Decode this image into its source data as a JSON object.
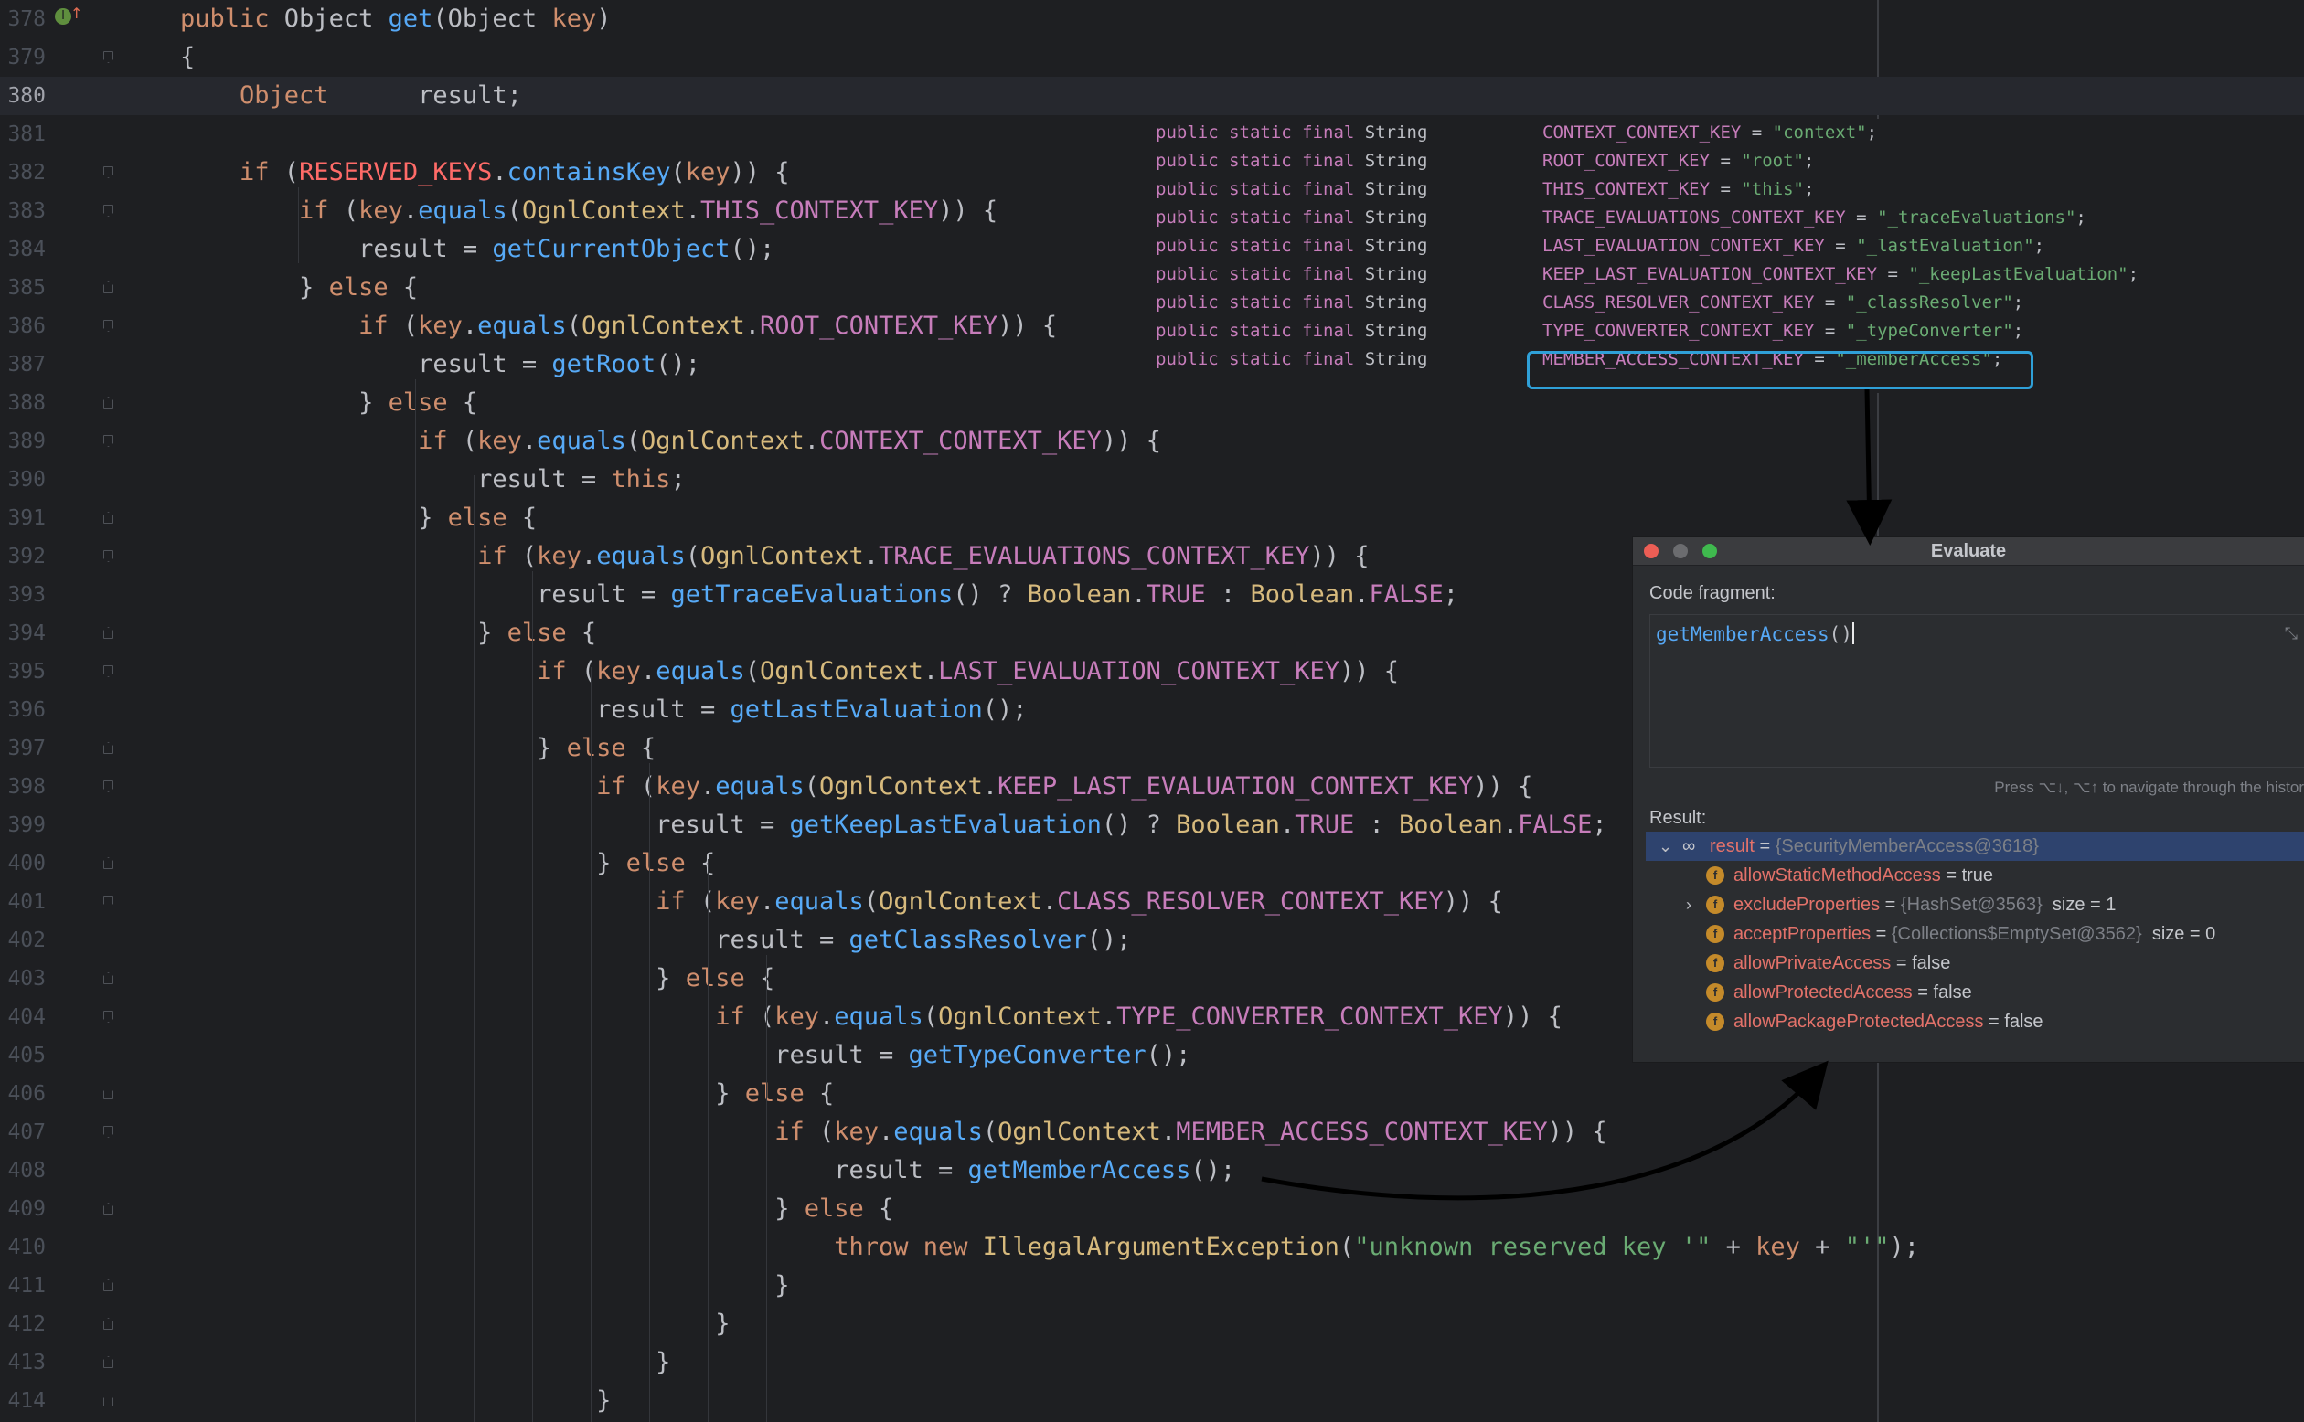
{
  "editor": {
    "lines": [
      {
        "n": "378",
        "tokens": [
          [
            "kw",
            "public "
          ],
          [
            "type",
            "Object "
          ],
          [
            "fn",
            "get"
          ],
          [
            "type",
            "("
          ],
          [
            "type",
            "Object "
          ],
          [
            "param",
            "key"
          ],
          [
            "type",
            ")"
          ]
        ]
      },
      {
        "n": "379",
        "tokens": [
          [
            "type",
            "{"
          ]
        ]
      },
      {
        "n": "380",
        "tokens": [
          [
            "kw",
            "    Object"
          ],
          [
            "type",
            "      result;"
          ]
        ]
      },
      {
        "n": "381",
        "tokens": []
      },
      {
        "n": "382",
        "tokens": [
          [
            "kw",
            "    if "
          ],
          [
            "type",
            "("
          ],
          [
            "const",
            "RESERVED_KEYS"
          ],
          [
            "type",
            "."
          ],
          [
            "call",
            "containsKey"
          ],
          [
            "type",
            "("
          ],
          [
            "param",
            "key"
          ],
          [
            "type",
            ")) {"
          ]
        ]
      },
      {
        "n": "383",
        "tokens": [
          [
            "kw",
            "        if "
          ],
          [
            "type",
            "("
          ],
          [
            "param",
            "key"
          ],
          [
            "type",
            "."
          ],
          [
            "call",
            "equals"
          ],
          [
            "type",
            "("
          ],
          [
            "cls",
            "OgnlContext"
          ],
          [
            "type",
            "."
          ],
          [
            "field",
            "THIS_CONTEXT_KEY"
          ],
          [
            "type",
            ")) {"
          ]
        ]
      },
      {
        "n": "384",
        "tokens": [
          [
            "type",
            "            result = "
          ],
          [
            "call",
            "getCurrentObject"
          ],
          [
            "type",
            "();"
          ]
        ]
      },
      {
        "n": "385",
        "tokens": [
          [
            "type",
            "        } "
          ],
          [
            "kw",
            "else "
          ],
          [
            "type",
            "{"
          ]
        ]
      },
      {
        "n": "386",
        "tokens": [
          [
            "kw",
            "            if "
          ],
          [
            "type",
            "("
          ],
          [
            "param",
            "key"
          ],
          [
            "type",
            "."
          ],
          [
            "call",
            "equals"
          ],
          [
            "type",
            "("
          ],
          [
            "cls",
            "OgnlContext"
          ],
          [
            "type",
            "."
          ],
          [
            "field",
            "ROOT_CONTEXT_KEY"
          ],
          [
            "type",
            ")) {"
          ]
        ]
      },
      {
        "n": "387",
        "tokens": [
          [
            "type",
            "                result = "
          ],
          [
            "call",
            "getRoot"
          ],
          [
            "type",
            "();"
          ]
        ]
      },
      {
        "n": "388",
        "tokens": [
          [
            "type",
            "            } "
          ],
          [
            "kw",
            "else "
          ],
          [
            "type",
            "{"
          ]
        ]
      },
      {
        "n": "389",
        "tokens": [
          [
            "kw",
            "                if "
          ],
          [
            "type",
            "("
          ],
          [
            "param",
            "key"
          ],
          [
            "type",
            "."
          ],
          [
            "call",
            "equals"
          ],
          [
            "type",
            "("
          ],
          [
            "cls",
            "OgnlContext"
          ],
          [
            "type",
            "."
          ],
          [
            "field",
            "CONTEXT_CONTEXT_KEY"
          ],
          [
            "type",
            ")) {"
          ]
        ]
      },
      {
        "n": "390",
        "tokens": [
          [
            "type",
            "                    result = "
          ],
          [
            "kw",
            "this"
          ],
          [
            "type",
            ";"
          ]
        ]
      },
      {
        "n": "391",
        "tokens": [
          [
            "type",
            "                } "
          ],
          [
            "kw",
            "else "
          ],
          [
            "type",
            "{"
          ]
        ]
      },
      {
        "n": "392",
        "tokens": [
          [
            "kw",
            "                    if "
          ],
          [
            "type",
            "("
          ],
          [
            "param",
            "key"
          ],
          [
            "type",
            "."
          ],
          [
            "call",
            "equals"
          ],
          [
            "type",
            "("
          ],
          [
            "cls",
            "OgnlContext"
          ],
          [
            "type",
            "."
          ],
          [
            "field",
            "TRACE_EVALUATIONS_CONTEXT_KEY"
          ],
          [
            "type",
            ")) {"
          ]
        ]
      },
      {
        "n": "393",
        "tokens": [
          [
            "type",
            "                        result = "
          ],
          [
            "call",
            "getTraceEvaluations"
          ],
          [
            "type",
            "() ? "
          ],
          [
            "cls",
            "Boolean"
          ],
          [
            "type",
            "."
          ],
          [
            "field",
            "TRUE"
          ],
          [
            "type",
            " : "
          ],
          [
            "cls",
            "Boolean"
          ],
          [
            "type",
            "."
          ],
          [
            "field",
            "FALSE"
          ],
          [
            "type",
            ";"
          ]
        ]
      },
      {
        "n": "394",
        "tokens": [
          [
            "type",
            "                    } "
          ],
          [
            "kw",
            "else "
          ],
          [
            "type",
            "{"
          ]
        ]
      },
      {
        "n": "395",
        "tokens": [
          [
            "kw",
            "                        if "
          ],
          [
            "type",
            "("
          ],
          [
            "param",
            "key"
          ],
          [
            "type",
            "."
          ],
          [
            "call",
            "equals"
          ],
          [
            "type",
            "("
          ],
          [
            "cls",
            "OgnlContext"
          ],
          [
            "type",
            "."
          ],
          [
            "field",
            "LAST_EVALUATION_CONTEXT_KEY"
          ],
          [
            "type",
            ")) {"
          ]
        ]
      },
      {
        "n": "396",
        "tokens": [
          [
            "type",
            "                            result = "
          ],
          [
            "call",
            "getLastEvaluation"
          ],
          [
            "type",
            "();"
          ]
        ]
      },
      {
        "n": "397",
        "tokens": [
          [
            "type",
            "                        } "
          ],
          [
            "kw",
            "else "
          ],
          [
            "type",
            "{"
          ]
        ]
      },
      {
        "n": "398",
        "tokens": [
          [
            "kw",
            "                            if "
          ],
          [
            "type",
            "("
          ],
          [
            "param",
            "key"
          ],
          [
            "type",
            "."
          ],
          [
            "call",
            "equals"
          ],
          [
            "type",
            "("
          ],
          [
            "cls",
            "OgnlContext"
          ],
          [
            "type",
            "."
          ],
          [
            "field",
            "KEEP_LAST_EVALUATION_CONTEXT_KEY"
          ],
          [
            "type",
            ")) {"
          ]
        ]
      },
      {
        "n": "399",
        "tokens": [
          [
            "type",
            "                                result = "
          ],
          [
            "call",
            "getKeepLastEvaluation"
          ],
          [
            "type",
            "() ? "
          ],
          [
            "cls",
            "Boolean"
          ],
          [
            "type",
            "."
          ],
          [
            "field",
            "TRUE"
          ],
          [
            "type",
            " : "
          ],
          [
            "cls",
            "Boolean"
          ],
          [
            "type",
            "."
          ],
          [
            "field",
            "FALSE"
          ],
          [
            "type",
            ";"
          ]
        ]
      },
      {
        "n": "400",
        "tokens": [
          [
            "type",
            "                            } "
          ],
          [
            "kw",
            "else "
          ],
          [
            "type",
            "{"
          ]
        ]
      },
      {
        "n": "401",
        "tokens": [
          [
            "kw",
            "                                if "
          ],
          [
            "type",
            "("
          ],
          [
            "param",
            "key"
          ],
          [
            "type",
            "."
          ],
          [
            "call",
            "equals"
          ],
          [
            "type",
            "("
          ],
          [
            "cls",
            "OgnlContext"
          ],
          [
            "type",
            "."
          ],
          [
            "field",
            "CLASS_RESOLVER_CONTEXT_KEY"
          ],
          [
            "type",
            ")) {"
          ]
        ]
      },
      {
        "n": "402",
        "tokens": [
          [
            "type",
            "                                    result = "
          ],
          [
            "call",
            "getClassResolver"
          ],
          [
            "type",
            "();"
          ]
        ]
      },
      {
        "n": "403",
        "tokens": [
          [
            "type",
            "                                } "
          ],
          [
            "kw",
            "else "
          ],
          [
            "type",
            "{"
          ]
        ]
      },
      {
        "n": "404",
        "tokens": [
          [
            "kw",
            "                                    if "
          ],
          [
            "type",
            "("
          ],
          [
            "param",
            "key"
          ],
          [
            "type",
            "."
          ],
          [
            "call",
            "equals"
          ],
          [
            "type",
            "("
          ],
          [
            "cls",
            "OgnlContext"
          ],
          [
            "type",
            "."
          ],
          [
            "field",
            "TYPE_CONVERTER_CONTEXT_KEY"
          ],
          [
            "type",
            ")) {"
          ]
        ]
      },
      {
        "n": "405",
        "tokens": [
          [
            "type",
            "                                        result = "
          ],
          [
            "call",
            "getTypeConverter"
          ],
          [
            "type",
            "();"
          ]
        ]
      },
      {
        "n": "406",
        "tokens": [
          [
            "type",
            "                                    } "
          ],
          [
            "kw",
            "else "
          ],
          [
            "type",
            "{"
          ]
        ]
      },
      {
        "n": "407",
        "tokens": [
          [
            "kw",
            "                                        if "
          ],
          [
            "type",
            "("
          ],
          [
            "param",
            "key"
          ],
          [
            "type",
            "."
          ],
          [
            "call",
            "equals"
          ],
          [
            "type",
            "("
          ],
          [
            "cls",
            "OgnlContext"
          ],
          [
            "type",
            "."
          ],
          [
            "field",
            "MEMBER_ACCESS_CONTEXT_KEY"
          ],
          [
            "type",
            ")) {"
          ]
        ]
      },
      {
        "n": "408",
        "tokens": [
          [
            "type",
            "                                            result = "
          ],
          [
            "call",
            "getMemberAccess"
          ],
          [
            "type",
            "();"
          ]
        ]
      },
      {
        "n": "409",
        "tokens": [
          [
            "type",
            "                                        } "
          ],
          [
            "kw",
            "else "
          ],
          [
            "type",
            "{"
          ]
        ]
      },
      {
        "n": "410",
        "tokens": [
          [
            "kw",
            "                                            throw new "
          ],
          [
            "cls",
            "IllegalArgumentException"
          ],
          [
            "type",
            "("
          ],
          [
            "str",
            "\"unknown reserved key '\""
          ],
          [
            "type",
            " + "
          ],
          [
            "param",
            "key"
          ],
          [
            "type",
            " + "
          ],
          [
            "str",
            "\"'\""
          ],
          [
            "type",
            ");"
          ]
        ]
      },
      {
        "n": "411",
        "tokens": [
          [
            "type",
            "                                        }"
          ]
        ]
      },
      {
        "n": "412",
        "tokens": [
          [
            "type",
            "                                    }"
          ]
        ]
      },
      {
        "n": "413",
        "tokens": [
          [
            "type",
            "                                }"
          ]
        ]
      },
      {
        "n": "414",
        "tokens": [
          [
            "type",
            "                            }"
          ]
        ]
      }
    ]
  },
  "constants": {
    "decl_prefix": "public static final ",
    "decl_type": "String",
    "rows": [
      {
        "name": "CONTEXT_CONTEXT_KEY",
        "value": "\"context\""
      },
      {
        "name": "ROOT_CONTEXT_KEY",
        "value": "\"root\""
      },
      {
        "name": "THIS_CONTEXT_KEY",
        "value": "\"this\""
      },
      {
        "name": "TRACE_EVALUATIONS_CONTEXT_KEY",
        "value": "\"_traceEvaluations\""
      },
      {
        "name": "LAST_EVALUATION_CONTEXT_KEY",
        "value": "\"_lastEvaluation\""
      },
      {
        "name": "KEEP_LAST_EVALUATION_CONTEXT_KEY",
        "value": "\"_keepLastEvaluation\""
      },
      {
        "name": "CLASS_RESOLVER_CONTEXT_KEY",
        "value": "\"_classResolver\""
      },
      {
        "name": "TYPE_CONVERTER_CONTEXT_KEY",
        "value": "\"_typeConverter\""
      },
      {
        "name": "MEMBER_ACCESS_CONTEXT_KEY",
        "value": "\"_memberAccess\""
      }
    ]
  },
  "evaluate": {
    "title": "Evaluate",
    "code_fragment_label": "Code fragment:",
    "code_fragment_fn": "getMemberAccess",
    "code_fragment_parens": "()",
    "hint": "Press ⌥↓, ⌥↑ to navigate through the histor",
    "result_label": "Result:",
    "result": {
      "name": "result",
      "value": "{SecurityMemberAccess@3618}",
      "children": [
        {
          "name": "allowStaticMethodAccess",
          "value": "true",
          "ref": "",
          "extra": "",
          "expandable": false
        },
        {
          "name": "excludeProperties",
          "value": "",
          "ref": "{HashSet@3563}",
          "extra": "size = 1",
          "expandable": true
        },
        {
          "name": "acceptProperties",
          "value": "",
          "ref": "{Collections$EmptySet@3562}",
          "extra": "size = 0",
          "expandable": false
        },
        {
          "name": "allowPrivateAccess",
          "value": "false",
          "ref": "",
          "extra": "",
          "expandable": false
        },
        {
          "name": "allowProtectedAccess",
          "value": "false",
          "ref": "",
          "extra": "",
          "expandable": false
        },
        {
          "name": "allowPackageProtectedAccess",
          "value": "false",
          "ref": "",
          "extra": "",
          "expandable": false
        }
      ]
    }
  }
}
